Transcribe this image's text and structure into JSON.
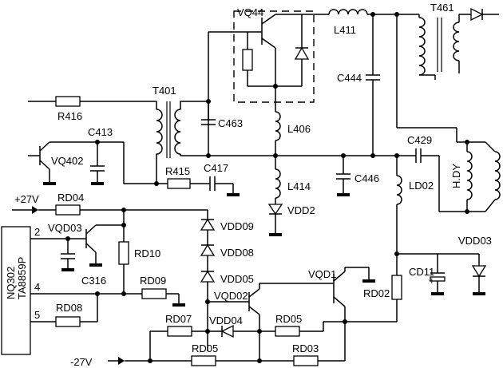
{
  "components": {
    "vq44": "VQ44",
    "l411": "L411",
    "t461": "T461",
    "t401": "T401",
    "r416": "R416",
    "c444": "C444",
    "c463": "C463",
    "l406": "L406",
    "c413": "C413",
    "vq402": "VQ402",
    "c429": "C429",
    "c417": "C417",
    "r415": "R415",
    "c446": "C446",
    "hdy": "H.DY",
    "l414": "L414",
    "ld02": "LD02",
    "vdd2": "VDD2",
    "rd04": "RD04",
    "vdd09": "VDD09",
    "vqd03": "VQD03",
    "vdd08": "VDD08",
    "rd10": "RD10",
    "vdd03": "VDD03",
    "c316": "C316",
    "vdd05": "VDD05",
    "vqd1": "VQD1",
    "cd11": "CD11",
    "rd09": "RD09",
    "vqd02": "VQD02",
    "rd02": "RD02",
    "rd08": "RD08",
    "rd07": "RD07",
    "vdd04": "VDD04",
    "rd05a": "RD05",
    "rd05b": "RD05",
    "rd03": "RD03"
  },
  "ic": {
    "name": "NQ302",
    "part": "TA8859P",
    "pins": [
      "2",
      "4",
      "5"
    ]
  },
  "rails": {
    "pos": "+27V",
    "neg": "-27V"
  },
  "polarity": "+"
}
